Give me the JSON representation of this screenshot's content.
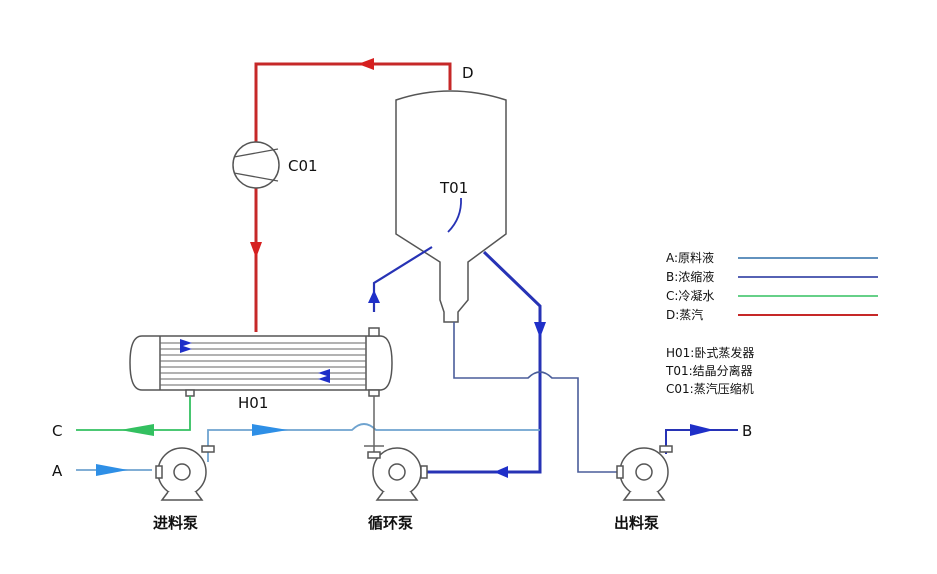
{
  "streams": {
    "A": "A",
    "B": "B",
    "C": "C",
    "D": "D"
  },
  "equipment": {
    "compressor": "C01",
    "crystallizer": "T01",
    "evaporator": "H01"
  },
  "pumps": {
    "feed": "进料泵",
    "circulation": "循环泵",
    "discharge": "出料泵"
  },
  "legend": {
    "streams": [
      {
        "code": "A",
        "text": "A:原料液",
        "color": "#2f6fa8"
      },
      {
        "code": "B",
        "text": "B:浓缩液",
        "color": "#1f2f9c"
      },
      {
        "code": "C",
        "text": "C:冷凝水",
        "color": "#33c060"
      },
      {
        "code": "D",
        "text": "D:蒸汽",
        "color": "#c62828"
      }
    ],
    "equipment": [
      {
        "text": "H01:卧式蒸发器"
      },
      {
        "text": "T01:结晶分离器"
      },
      {
        "text": "C01:蒸汽压缩机"
      }
    ]
  },
  "colors": {
    "feed_line": "#6fa3cf",
    "concentrate_line": "#2733b5",
    "condensate_line": "#33c060",
    "steam_line": "#c62828",
    "feed_arrow": "#2e8fe6",
    "outline": "#555555"
  }
}
